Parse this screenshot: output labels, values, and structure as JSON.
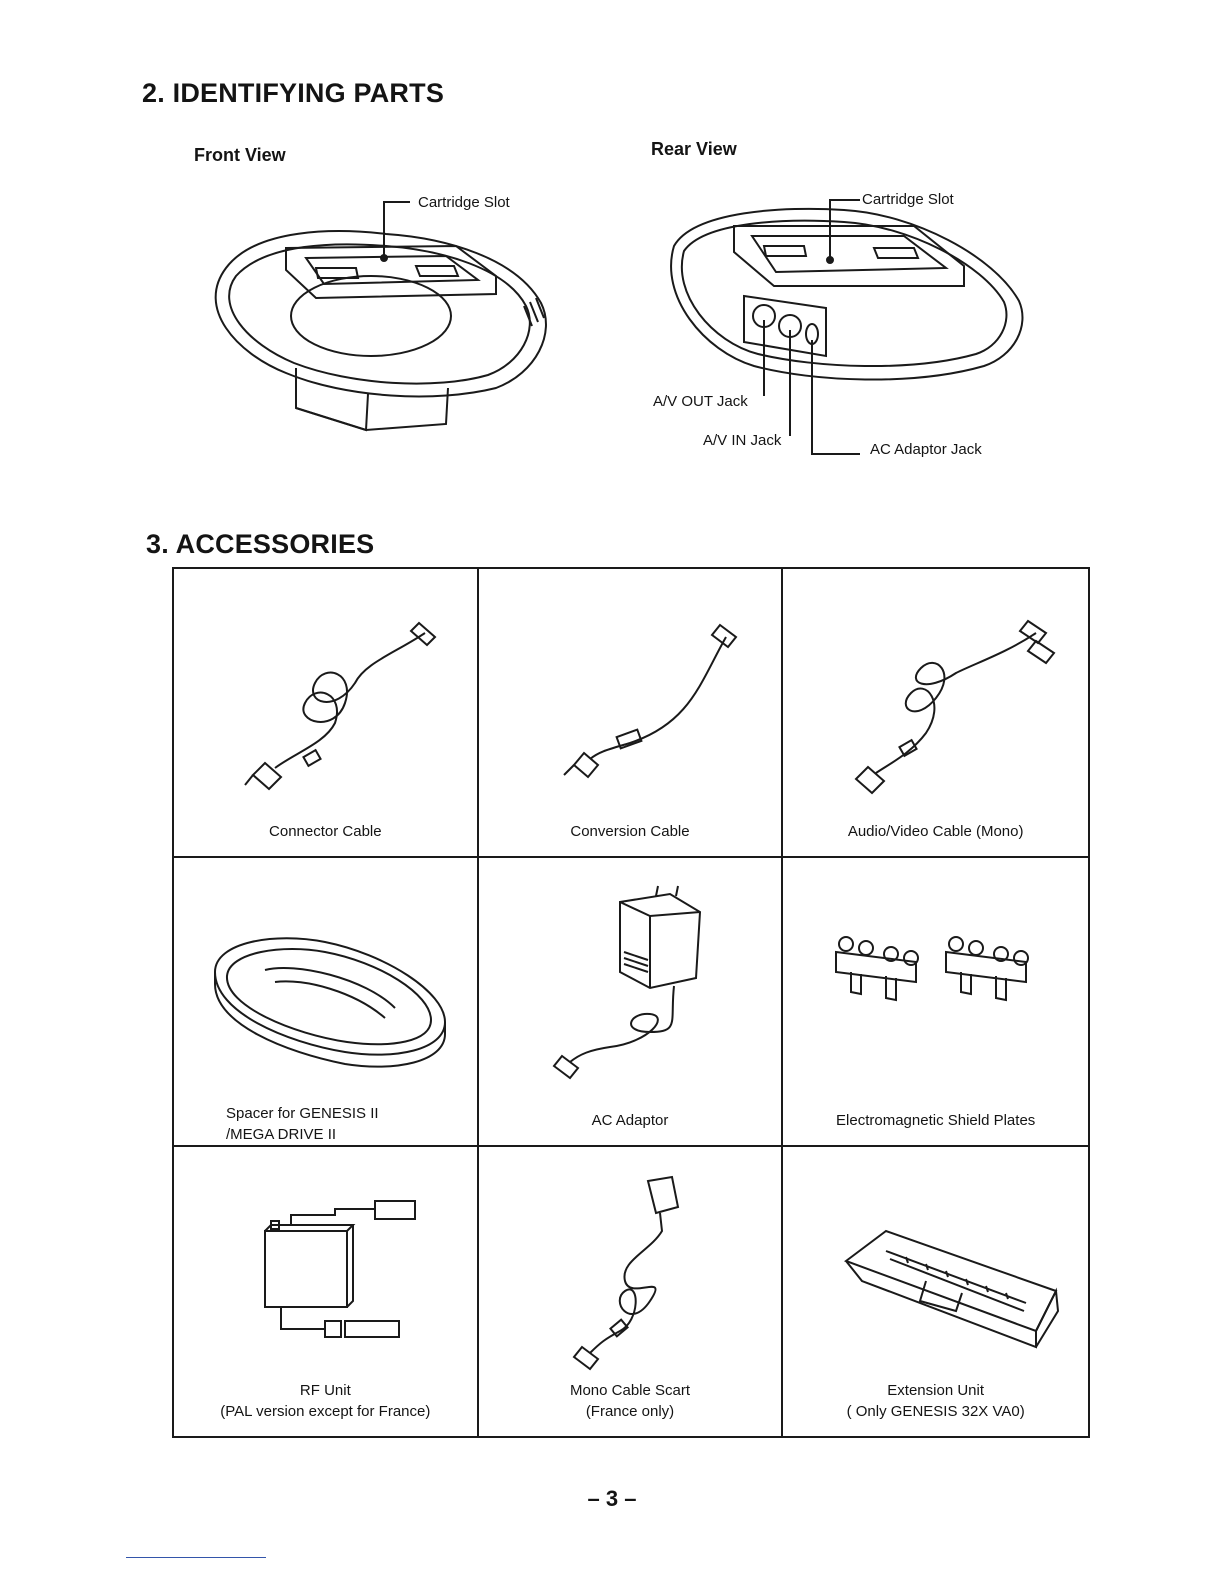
{
  "section_parts": {
    "heading": "2. IDENTIFYING PARTS"
  },
  "front_view": {
    "title": "Front View",
    "labels": {
      "cartridge_slot": "Cartridge Slot"
    }
  },
  "rear_view": {
    "title": "Rear View",
    "labels": {
      "cartridge_slot": "Cartridge Slot",
      "av_out": "A/V OUT Jack",
      "av_in": "A/V IN Jack",
      "ac_adaptor": "AC Adaptor Jack"
    }
  },
  "section_accessories": {
    "heading": "3. ACCESSORIES"
  },
  "accessories": [
    {
      "line1": "Connector Cable",
      "line2": ""
    },
    {
      "line1": "Conversion Cable",
      "line2": ""
    },
    {
      "line1": "Audio/Video Cable (Mono)",
      "line2": ""
    },
    {
      "line1": "Spacer for GENESIS  II",
      "line2": "/MEGA DRIVE II"
    },
    {
      "line1": "AC Adaptor",
      "line2": ""
    },
    {
      "line1": "Electromagnetic Shield Plates",
      "line2": ""
    },
    {
      "line1": "RF Unit",
      "line2": "(PAL version except for France)"
    },
    {
      "line1": "Mono Cable Scart",
      "line2": "(France only)"
    },
    {
      "line1": "Extension Unit",
      "line2": "( Only GENESIS 32X VA0)"
    }
  ],
  "footer": {
    "page_number": "– 3 –"
  },
  "icons": [
    "console-front-icon",
    "console-rear-icon",
    "cable-icon",
    "spacer-icon",
    "ac-adaptor-icon",
    "shield-plate-icon",
    "rf-unit-icon",
    "scart-cable-icon",
    "extension-unit-icon"
  ]
}
